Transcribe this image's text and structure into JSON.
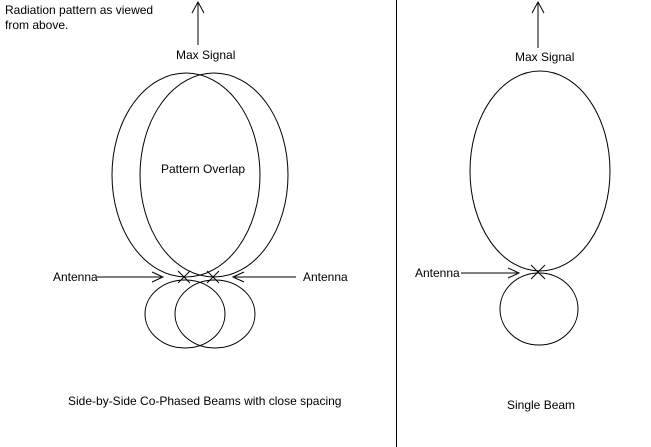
{
  "note": "Radiation pattern as viewed\nfrom above.",
  "left_diagram": {
    "max_signal_label": "Max Signal",
    "pattern_overlap_label": "Pattern Overlap",
    "antenna_left_label": "Antenna",
    "antenna_right_label": "Antenna",
    "caption": "Side-by-Side Co-Phased Beams with close spacing"
  },
  "right_diagram": {
    "max_signal_label": "Max Signal",
    "antenna_label": "Antenna",
    "caption": "Single Beam"
  },
  "colors": {
    "line": "#000000",
    "background": "#ffffff"
  }
}
